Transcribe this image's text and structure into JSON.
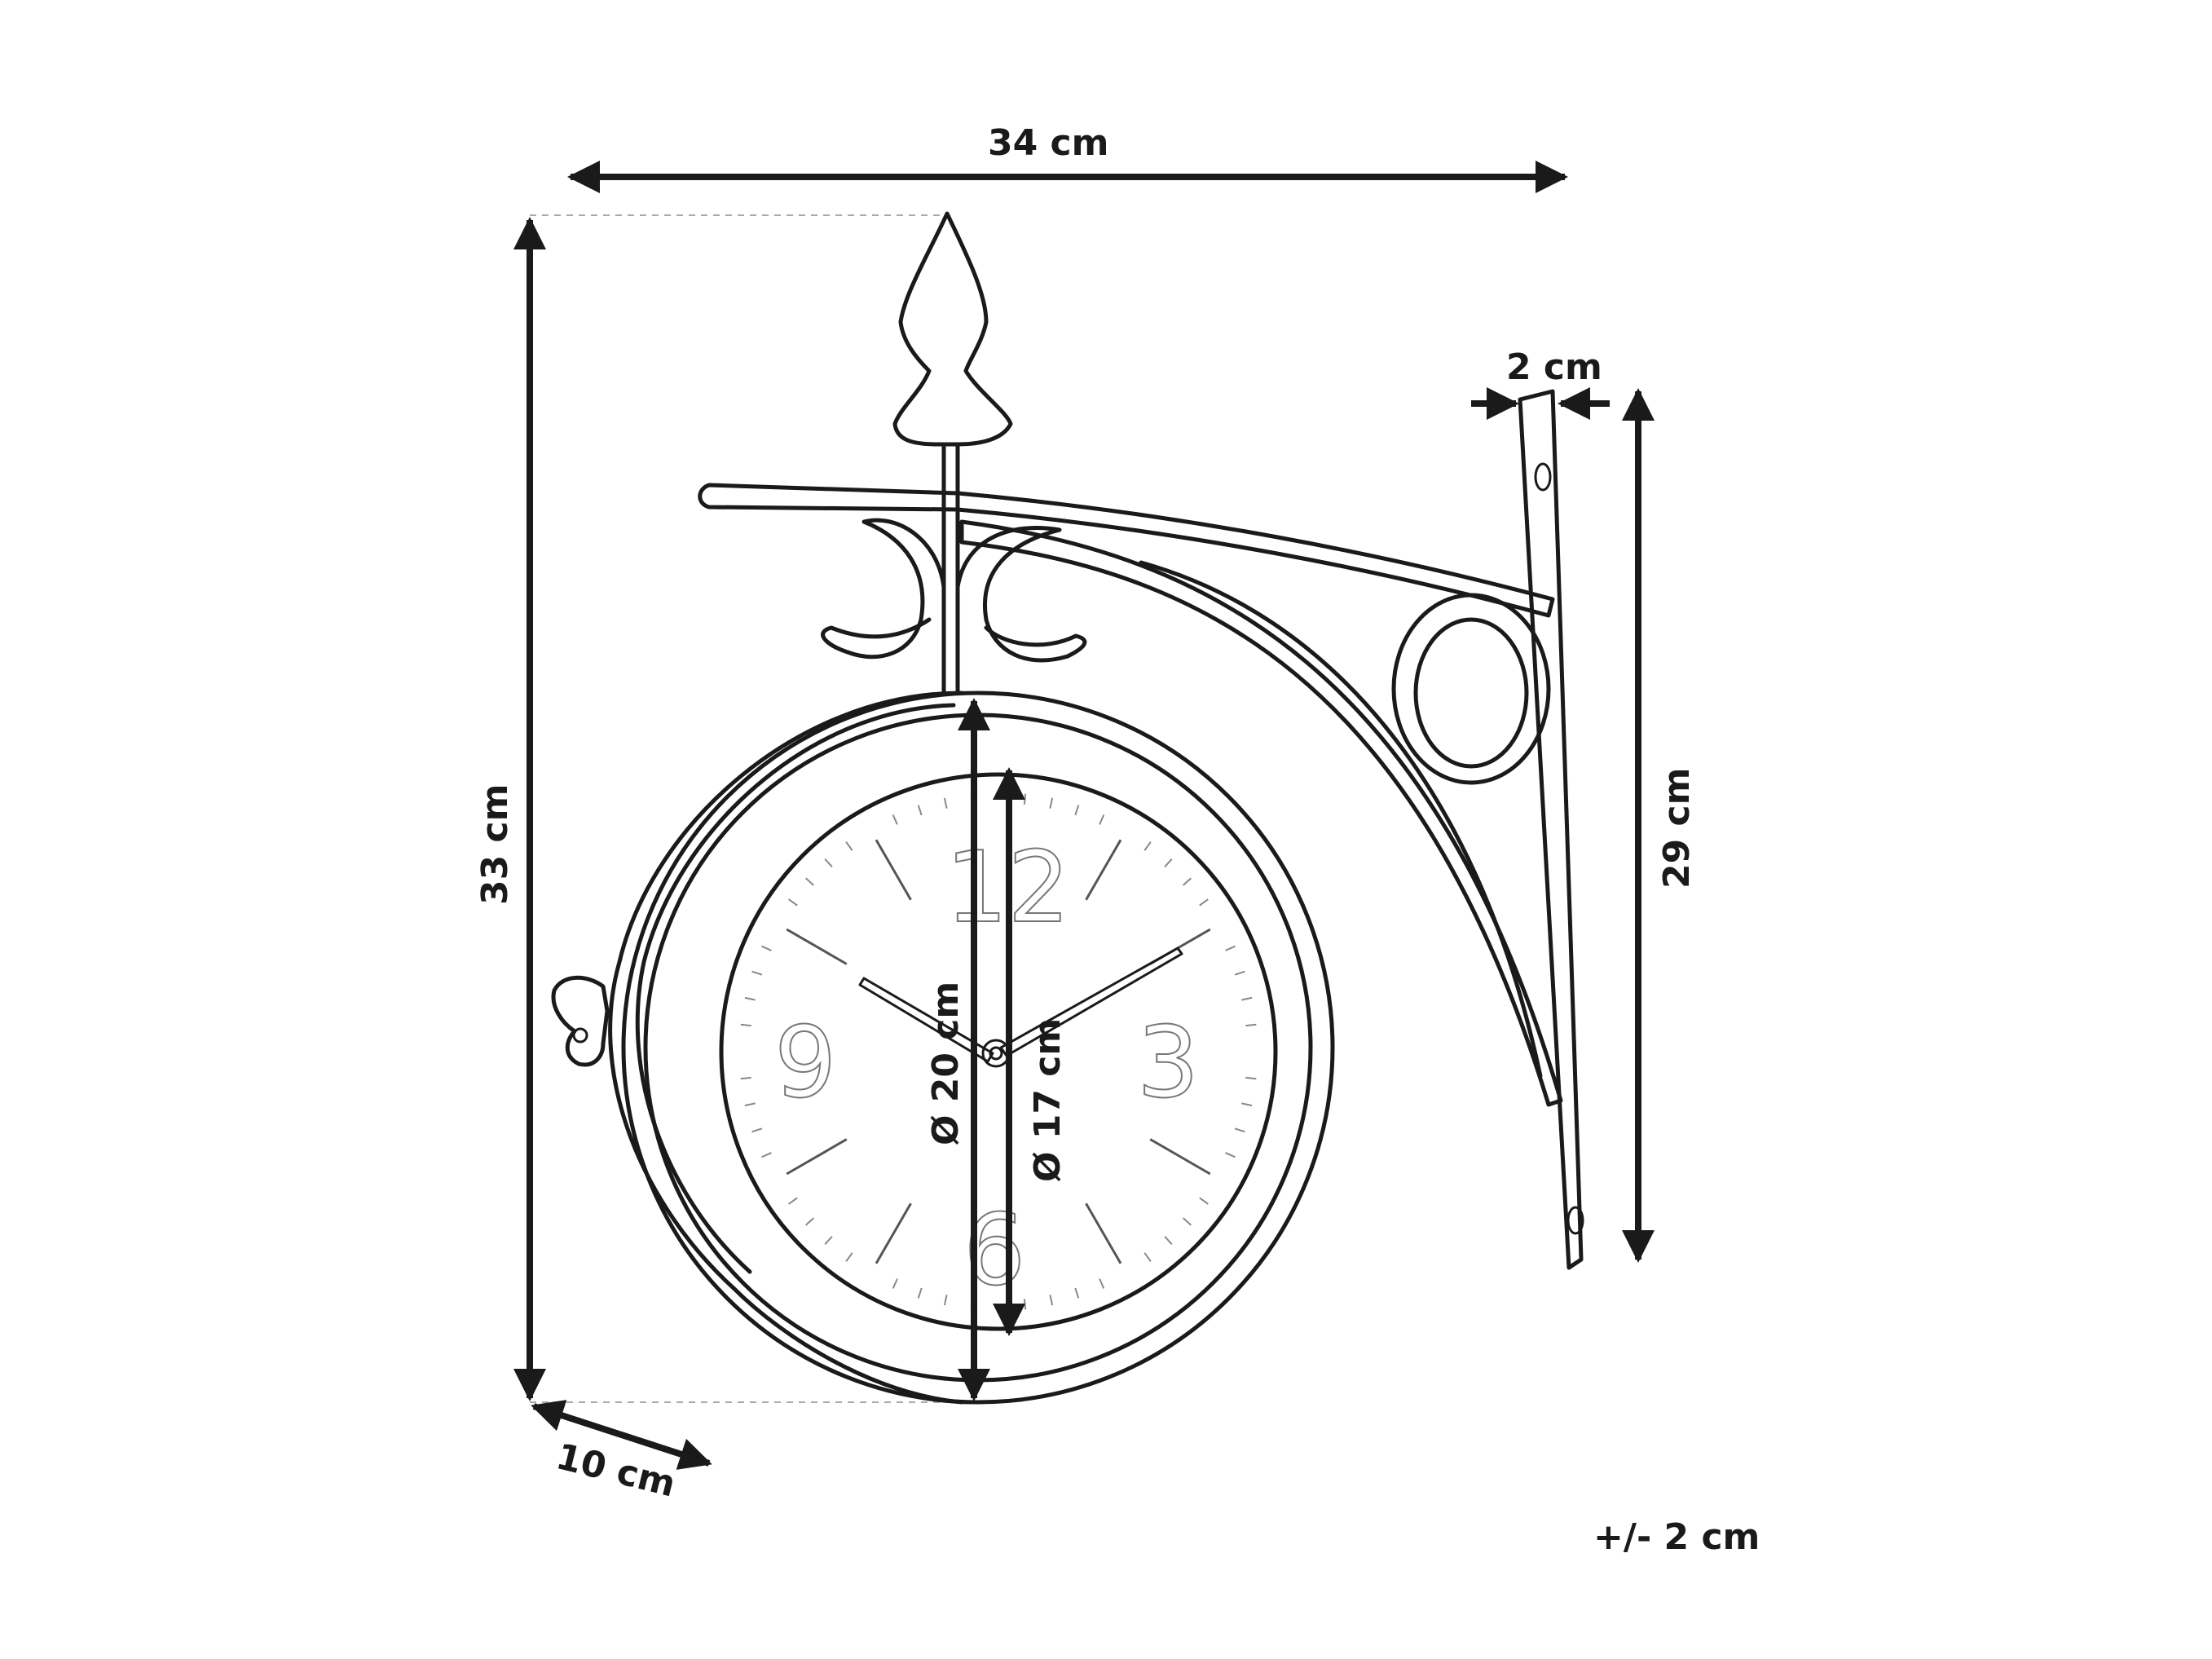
{
  "dimensions": {
    "width": "34 cm",
    "height": "33 cm",
    "depth": "10 cm",
    "bracket_thickness": "2 cm",
    "bracket_height": "29 cm",
    "outer_diameter": "Ø 20 cm",
    "dial_diameter": "Ø 17 cm",
    "tolerance": "+/- 2 cm"
  },
  "dial_numbers": [
    "12",
    "3",
    "6",
    "9"
  ],
  "colors": {
    "line": "#1a1a1a",
    "guide": "#aaaaaa",
    "background": "#ffffff"
  }
}
